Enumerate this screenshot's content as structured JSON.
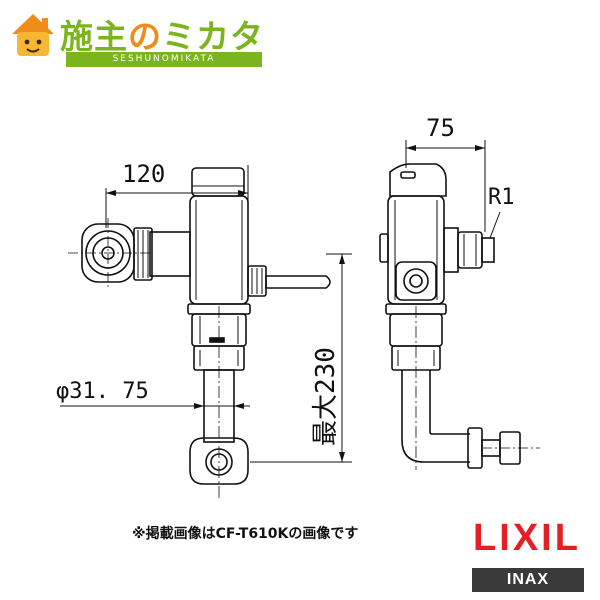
{
  "header": {
    "title_part1": "施主",
    "title_no": "の",
    "title_part2": "ミカタ",
    "subtitle": "SESHUNOMIKATA"
  },
  "drawing": {
    "dim_width_front": "120",
    "dim_width_side": "75",
    "dim_height": "最大230",
    "dim_pipe_diameter": "φ31. 75",
    "thread_label": "R1"
  },
  "footer": {
    "note": "※掲載画像はCF-T610Kの画像です",
    "brand_name": "LIXIL",
    "sub_brand": "INAX"
  },
  "colors": {
    "logo_green": "#7ab51d",
    "logo_orange": "#f08c1a",
    "brand_red": "#e41f26",
    "inax_bg": "#3a3a3a"
  }
}
